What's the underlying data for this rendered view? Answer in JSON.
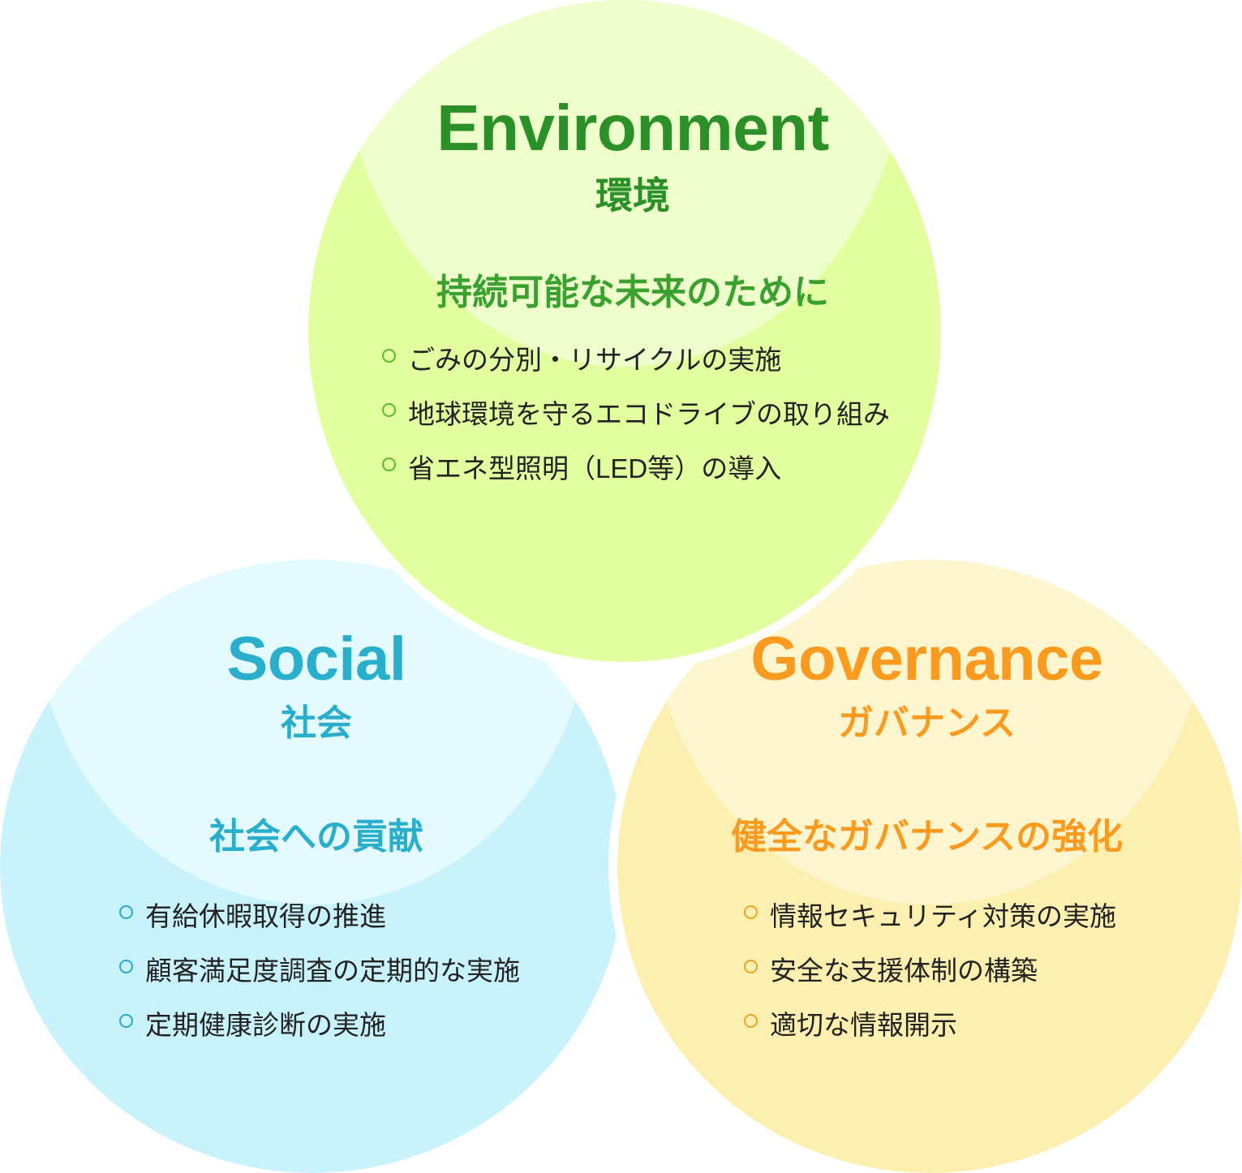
{
  "diagram": {
    "type": "venn",
    "background": "#FFFFFF",
    "circles": [
      {
        "id": "environment",
        "title_en": "Environment",
        "title_ja": "環境",
        "lead": "持続可能な未来のために",
        "accent_color": "#2B9028",
        "lead_color": "#3AA02E",
        "fill_color": "#E1FF9E",
        "highlight_color": "#EEFFCC",
        "bullet_marker_color": "#5AB92E",
        "bullets": [
          "ごみの分別・リサイクルの実施",
          "地球環境を守るエコドライブの取り組み",
          "省エネ型照明（LED等）の導入"
        ]
      },
      {
        "id": "social",
        "title_en": "Social",
        "title_ja": "社会",
        "lead": "社会への貢献",
        "accent_color": "#29AFCC",
        "lead_color": "#29AFCC",
        "fill_color": "#C9F3FC",
        "highlight_color": "#E3FAFE",
        "bullet_marker_color": "#2AA7C4",
        "bullets": [
          "有給休暇取得の推進",
          "顧客満足度調査の定期的な実施",
          "定期健康診断の実施"
        ]
      },
      {
        "id": "governance",
        "title_en": "Governance",
        "title_ja": "ガバナンス",
        "lead": "健全なガバナンスの強化",
        "accent_color": "#FA9A1E",
        "lead_color": "#FA9A1E",
        "fill_color": "#FCEFAF",
        "highlight_color": "#FDF5CE",
        "bullet_marker_color": "#EDA321",
        "bullets": [
          "情報セキュリティ対策の実施",
          "安全な支援体制の構築",
          "適切な情報開示"
        ]
      }
    ]
  }
}
